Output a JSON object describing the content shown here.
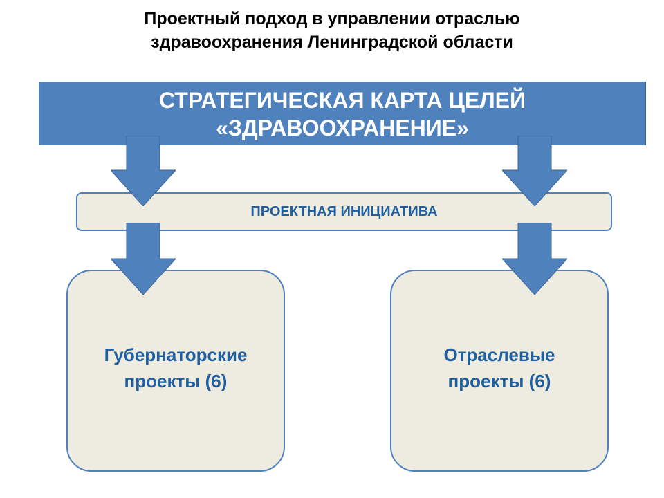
{
  "title": {
    "line1": "Проектный подход в управлении отраслью",
    "line2": "здравоохранения Ленинградской области"
  },
  "strategy_map": {
    "line1": "СТРАТЕГИЧЕСКАЯ КАРТА ЦЕЛЕЙ",
    "line2": "«ЗДРАВООХРАНЕНИЕ»"
  },
  "initiative": {
    "label": "ПРОЕКТНАЯ ИНИЦИАТИВА"
  },
  "projects": {
    "left": {
      "line1": "Губернаторские",
      "line2": "проекты (6)"
    },
    "right": {
      "line1": "Отраслевые",
      "line2": "проекты (6)"
    }
  },
  "colors": {
    "strategy_fill": "#4f81bd",
    "arrow_fill": "#4f81bd",
    "box_fill": "#eeece1",
    "box_border": "#4f81bd",
    "accent_text": "#1f5f9f"
  }
}
